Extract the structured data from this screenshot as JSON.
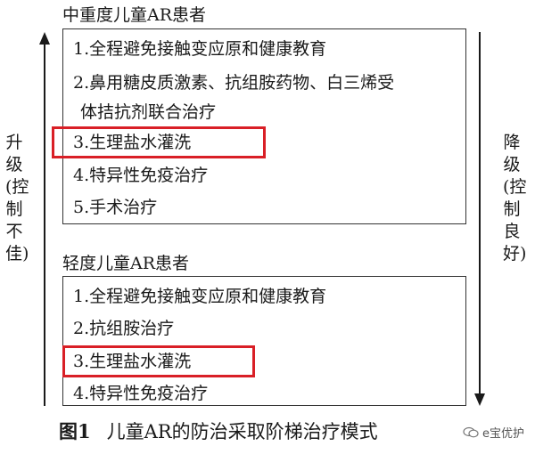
{
  "severe": {
    "title": "中重度儿童AR患者",
    "items": [
      "1.全程避免接触变应原和健康教育",
      "2.鼻用糖皮质激素、抗组胺药物、白三烯受",
      "体拮抗剂联合治疗",
      "3.生理盐水灌洗",
      "4.特异性免疫治疗",
      "5.手术治疗"
    ]
  },
  "mild": {
    "title": "轻度儿童AR患者",
    "items": [
      "1.全程避免接触变应原和健康教育",
      "2.抗组胺治疗",
      "3.生理盐水灌洗",
      "4.特异性免疫治疗"
    ]
  },
  "left_arrow": {
    "label": "升级(控制不佳)"
  },
  "right_arrow": {
    "label": "降级(控制良好)"
  },
  "caption": {
    "number": "图1",
    "text": "儿童AR的防治采取阶梯治疗模式"
  },
  "watermark": "e宝优护",
  "colors": {
    "highlight": "#d91f26",
    "text": "#1a1a1a"
  },
  "icons": {
    "watermark": "chat-bubble-icon"
  }
}
